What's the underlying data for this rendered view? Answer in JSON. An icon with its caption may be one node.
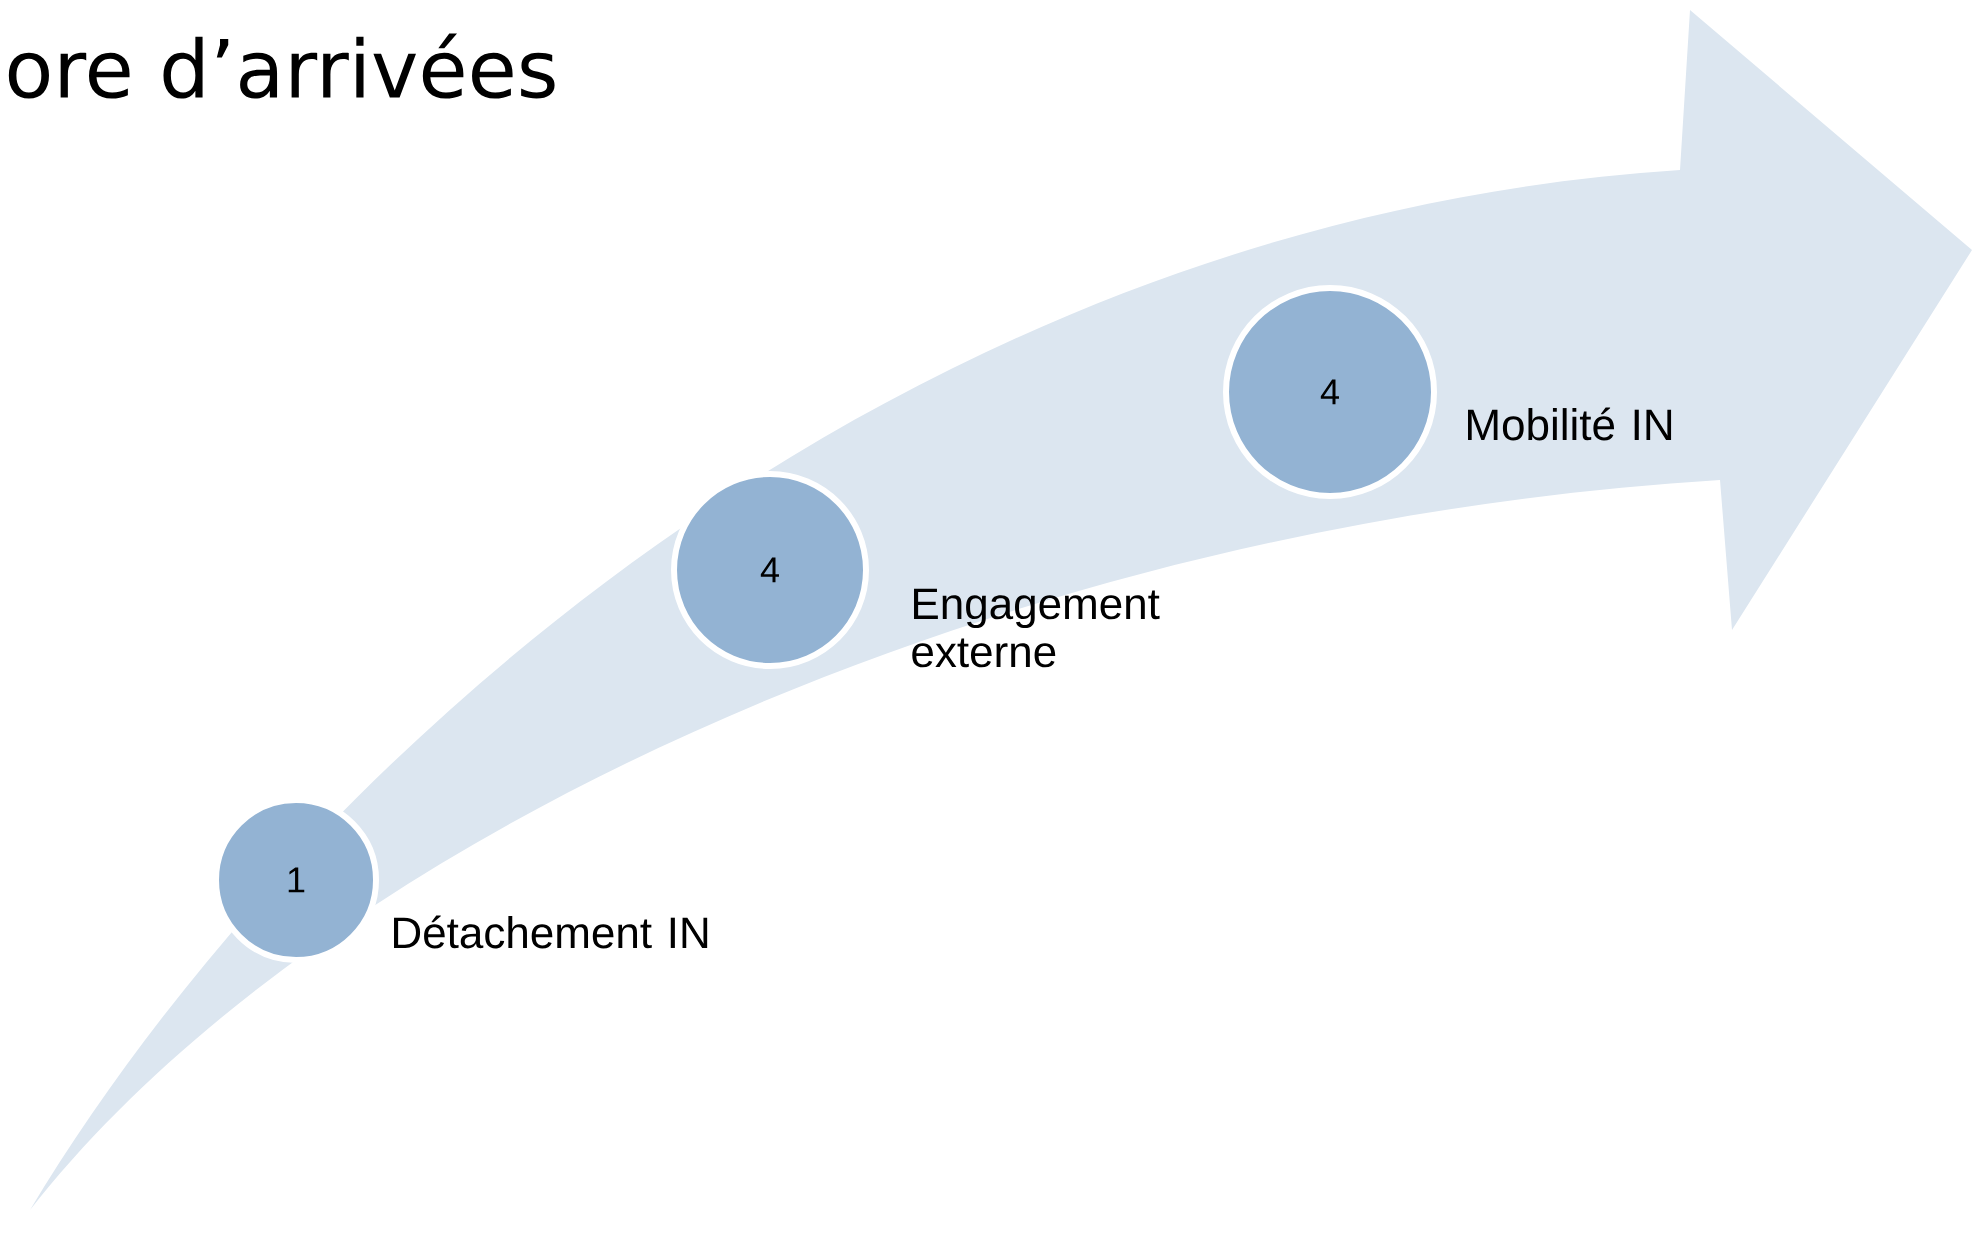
{
  "diagram": {
    "title": "ore d’arrivées",
    "nodes": [
      {
        "text": [
          "1"
        ],
        "beside": [
          "Détachement IN"
        ]
      },
      {
        "text": [
          "4"
        ],
        "beside": [
          "Engagement externe"
        ]
      },
      {
        "text": [
          "4"
        ],
        "beside": [
          "Mobilité IN"
        ]
      }
    ]
  }
}
